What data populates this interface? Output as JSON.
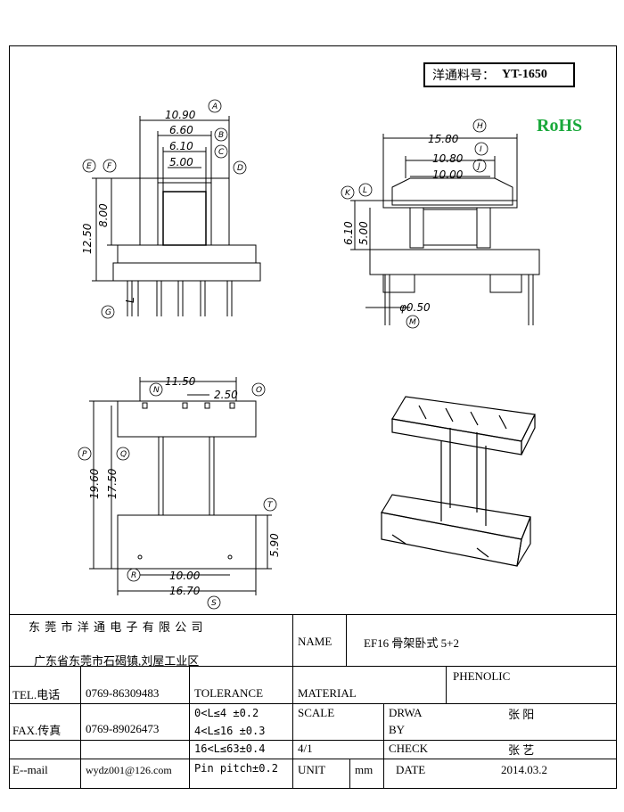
{
  "part_label": "洋通料号：",
  "part_number": "YT-1650",
  "rohs": "RoHS",
  "dims": {
    "top_view": {
      "w1": "10.90",
      "w2": "6.60",
      "w3": "6.10",
      "w4": "5.00",
      "h1": "12.50",
      "h2": "8.00",
      "l": "L"
    },
    "side_view": {
      "w1": "15.80",
      "w2": "10.80",
      "w3": "10.00",
      "h1": "6.10",
      "h2": "5.00",
      "pin": "φ0.50"
    },
    "bottom_view": {
      "w1": "11.50",
      "w2": "2.50",
      "h1": "19.60",
      "h2": "17.50",
      "h3": "5.90",
      "w3": "10.00",
      "w4": "16.70"
    }
  },
  "callouts": [
    "A",
    "B",
    "C",
    "D",
    "E",
    "F",
    "G",
    "H",
    "I",
    "J",
    "K",
    "L",
    "M",
    "N",
    "O",
    "P",
    "Q",
    "R",
    "S",
    "T"
  ],
  "title_block": {
    "company": "东 莞 市 洋 通 电 子 有 限 公 司",
    "address": "广东省东莞市石碣镇,刘屋工业区",
    "name_label": "NAME",
    "name_value": "EF16 骨架卧式 5+2",
    "tel_label": "TEL.电话",
    "tel_value": "0769-86309483",
    "fax_label": "FAX.传真",
    "fax_value": "0769-89026473",
    "email_label": "E--mail",
    "email_value": "wydz001@126.com",
    "tolerance_label": "TOLERANCE",
    "tol_1": "0<L≤4  ±0.2",
    "tol_2": "4<L≤16 ±0.3",
    "tol_3": "16<L≤63±0.4",
    "tol_4": "Pin pitch±0.2",
    "material_label": "MATERIAL",
    "material_value": "PHENOLIC",
    "scale_label": "SCALE",
    "scale_value": "4/1",
    "drawn_label": "DRWA",
    "by_label": "BY",
    "drawn_value": "张 阳",
    "check_label": "CHECK",
    "check_value": "张 艺",
    "unit_label": "UNIT",
    "unit_value": "mm",
    "date_label": "DATE",
    "date_value": "2014.03.2"
  }
}
